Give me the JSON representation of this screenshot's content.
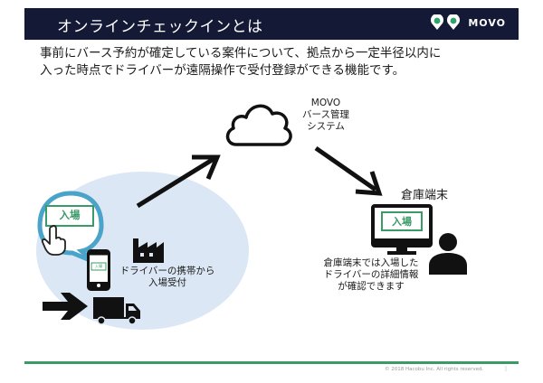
{
  "header": {
    "title": "オンラインチェックインとは",
    "brand": "MOVO"
  },
  "description": {
    "line1": "事前にバース予約が確定している案件について、拠点から一定半径以内に",
    "line2": "入った時点でドライバーが遠隔操作で受付登録ができる機能です。"
  },
  "diagram": {
    "cloud_label": [
      "MOVO",
      "バース管理",
      "システム"
    ],
    "entry_button": "入場",
    "phone_screen_label": "入場",
    "phone_caption": [
      "ドライバーの携帯から",
      "入場受付"
    ],
    "terminal_title": "倉庫端末",
    "terminal_screen_label": "入場",
    "terminal_caption": [
      "倉庫端末では入場した",
      "ドライバーの詳細情報",
      "が確認できます"
    ]
  },
  "colors": {
    "header_bg": "#141a36",
    "accent_green": "#3a9a68",
    "bubble_blue": "#4aa3c8",
    "area_blue": "#dbe7f4"
  },
  "footer": {
    "copyright": "© 2018 Hacobu Inc. All rights reserved.",
    "page_mark": "|"
  }
}
